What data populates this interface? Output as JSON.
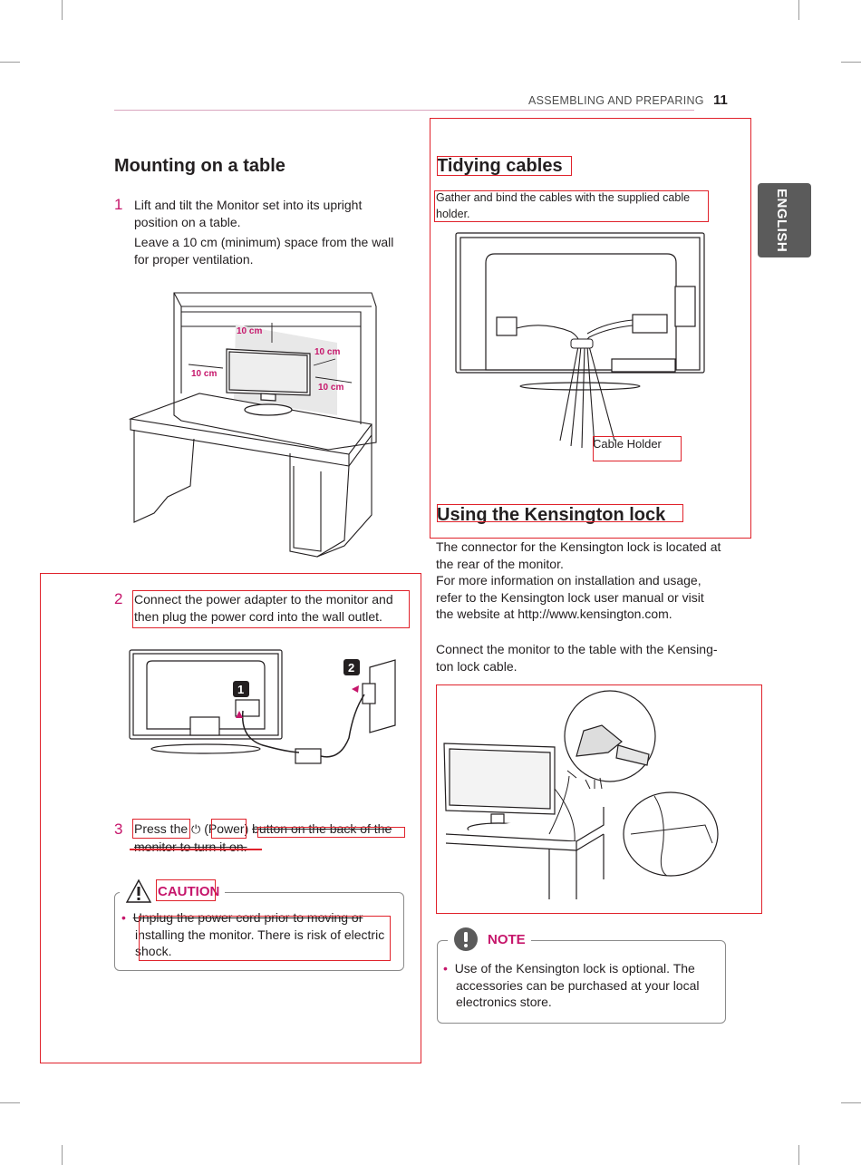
{
  "header": {
    "section": "ASSEMBLING AND PREPARING",
    "page_number": "11"
  },
  "side_tab": {
    "label": "ENGLISH"
  },
  "left": {
    "title": "Mounting on a table",
    "step1": {
      "num": "1",
      "line1": "Lift and tilt the Monitor set into its upright",
      "line2": "position on a table.",
      "line3": "Leave a 10 cm (minimum) space from the wall",
      "line4": "for proper ventilation."
    },
    "clearance": {
      "top": "10 cm",
      "left": "10 cm",
      "right_upper": "10 cm",
      "right_lower": "10 cm"
    },
    "step2": {
      "num": "2",
      "line1": "Connect the power adapter to the monitor and",
      "line2": "then plug the power cord into the wall outlet."
    },
    "badges": {
      "one": "1",
      "two": "2"
    },
    "step3": {
      "num": "3",
      "part1": "Press the",
      "part2": "(Power)",
      "part3": "button on the back of the",
      "line2": "monitor to turn it on."
    },
    "caution": {
      "title": "CAUTION",
      "line1": "Unplug the power cord prior to moving or",
      "line2": "installing the monitor. There is risk of electric",
      "line3": "shock."
    }
  },
  "right": {
    "tidy_title": "Tidying cables",
    "tidy_line1": "Gather and bind the cables with the supplied cable",
    "tidy_line2": "holder.",
    "cable_holder_label": "Cable Holder",
    "lock_title": "Using the Kensington lock",
    "lock_p1": [
      "The connector for the Kensington lock is located at",
      "the rear of the monitor.",
      "For more information on installation and usage,",
      "refer to the Kensington lock user manual or visit",
      "the website at http://www.kensington.com."
    ],
    "lock_p2": [
      "Connect the monitor to the table with the Kensing-",
      "ton lock cable."
    ],
    "note": {
      "title": "NOTE",
      "line1": "Use of the Kensington lock is optional. The",
      "line2": "accessories can be purchased at your local",
      "line3": "electronics store."
    }
  },
  "colors": {
    "accent": "#c6166b",
    "annotation_box": "#e0222b",
    "tab_bg": "#5b5b5b"
  },
  "icons": [
    "power-icon",
    "caution-triangle-icon",
    "note-exclamation-icon"
  ]
}
